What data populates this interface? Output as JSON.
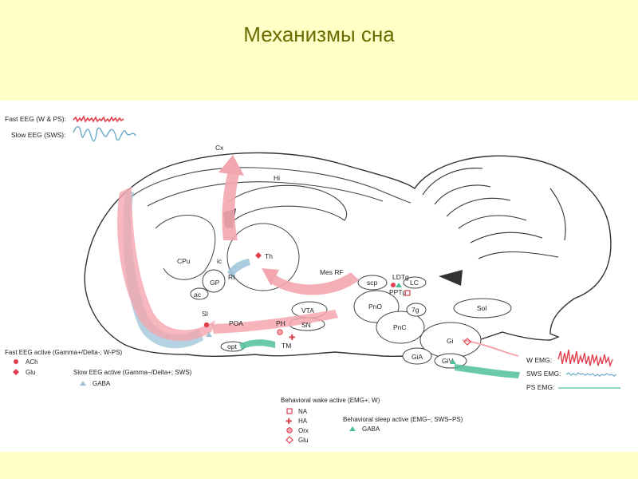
{
  "slide": {
    "title": "Механизмы  сна"
  },
  "eeg": {
    "fast_label": "Fast EEG (W & PS):",
    "slow_label": "Slow EEG (SWS):"
  },
  "regions": {
    "cx": "Cx",
    "hi": "Hi",
    "cpu": "CPu",
    "ic": "ic",
    "gp": "GP",
    "rt": "Rt",
    "th": "Th",
    "ac": "ac",
    "si": "SI",
    "poa": "POA",
    "opt": "opt",
    "ph": "PH",
    "tm": "TM",
    "vta": "VTA",
    "sn": "SN",
    "mes_rf": "Mes RF",
    "scp": "scp",
    "ldtg": "LDTg",
    "lc": "LC",
    "pptg": "PPTg",
    "pno": "PnO",
    "pnc": "PnC",
    "7g": "7g",
    "sol": "Sol",
    "gi": "Gi",
    "gia": "GiA",
    "giv": "GiV"
  },
  "emg": {
    "w": "W EMG:",
    "sws": "SWS EMG:",
    "ps": "PS EMG:"
  },
  "legend": {
    "fast_active_title": "Fast EEG active (Gamma+/Delta-; W-PS)",
    "ach": "ACh",
    "glu": "Glu",
    "slow_active_title": "Slow EEG active (Gamma–/Delta+; SWS)",
    "gaba": "GABA",
    "wake_title": "Behavioral wake active (EMG+; W)",
    "na": "NA",
    "ha": "HA",
    "orx": "Orx",
    "glu2": "Glu",
    "sleep_title": "Behavioral sleep active (EMG–; SWS–PS)",
    "gaba2": "GABA"
  },
  "colors": {
    "pink": "#f4a6ae",
    "blue": "#9cc3d8",
    "teal": "#4fbf9a",
    "red": "#e0404e",
    "brain_outline": "#333333",
    "title": "#6b6b00",
    "slide_bg": "#ffffc6"
  }
}
